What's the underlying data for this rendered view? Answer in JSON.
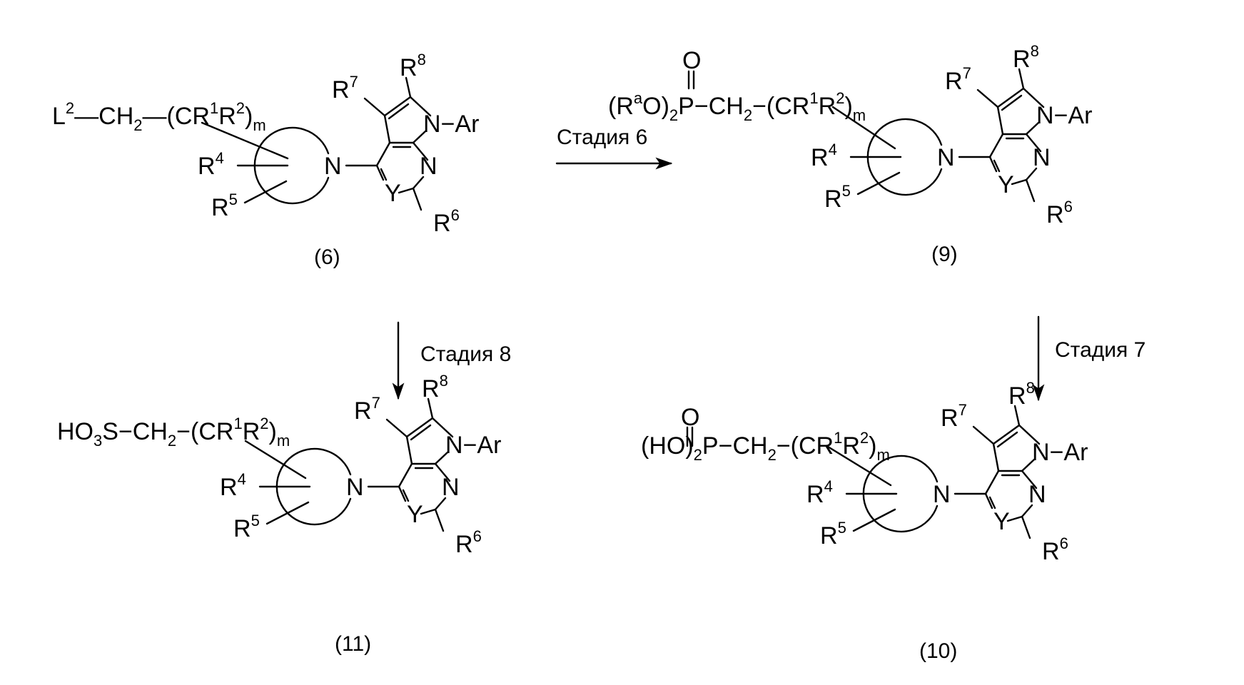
{
  "scheme": {
    "stages": {
      "stage6": "Стадия 6",
      "stage7": "Стадия 7",
      "stage8": "Стадия 8"
    },
    "compounds": {
      "c6": {
        "label": "(6)",
        "chain_prefix": "L",
        "prefix_sup": "2",
        "chain_rest": "—CH",
        "ch2_sub": "2",
        "bracket_open": "—(CR",
        "r1_sup": "1",
        "r2": "R",
        "r2_sup": "2",
        "close": ")",
        "m_sub": "m"
      },
      "c9": {
        "label": "(9)",
        "oxo": "O",
        "ester_open": "(R",
        "ester_sup": "a",
        "ester_mid": "O)",
        "ester_sub": "2",
        "p": "P",
        "chain_rest": "−CH",
        "ch2_sub": "2",
        "bracket_open": "−(CR",
        "r1_sup": "1",
        "r2": "R",
        "r2_sup": "2",
        "close": ")",
        "m_sub": "m"
      },
      "c10": {
        "label": "(10)",
        "oxo": "O",
        "acid_open": "(HO)",
        "acid_sub": "2",
        "p": "P",
        "chain_rest": "−CH",
        "ch2_sub": "2",
        "bracket_open": "−(CR",
        "r1_sup": "1",
        "r2": "R",
        "r2_sup": "2",
        "close": ")",
        "m_sub": "m"
      },
      "c11": {
        "label": "(11)",
        "ho": "HO",
        "ho_sub": "3",
        "s": "S",
        "chain_rest": "−CH",
        "ch2_sub": "2",
        "bracket_open": "−(CR",
        "r1_sup": "1",
        "r2": "R",
        "r2_sup": "2",
        "close": ")",
        "m_sub": "m"
      }
    },
    "core": {
      "r4": "R",
      "r4_sup": "4",
      "r5": "R",
      "r5_sup": "5",
      "r6": "R",
      "r6_sup": "6",
      "r7": "R",
      "r7_sup": "7",
      "r8": "R",
      "r8_sup": "8",
      "ring_n": "N",
      "pyrrole_n": "N",
      "n_ar": "−Ar",
      "pyrimidine_n": "N",
      "y": "Y"
    }
  }
}
